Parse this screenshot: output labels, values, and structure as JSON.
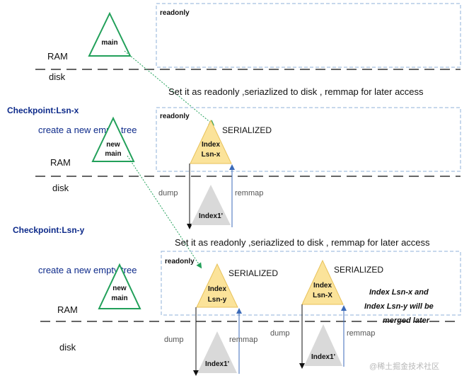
{
  "labels": {
    "ram": "RAM",
    "disk": "disk",
    "readonly": "readonly",
    "main": "main",
    "new_main_line1": "new",
    "new_main_line2": "main",
    "serialized": "SERIALIZED",
    "index_line1": "Index",
    "index_lsn_x_line2": "Lsn-x",
    "index_lsn_y_line2": "Lsn-y",
    "index_lsn_X_line2": "Lsn-X",
    "index1": "Index1'",
    "dump": "dump",
    "remmap": "remmap",
    "set_readonly": "Set it as readonly ,seriazlized to disk , remmap for later access",
    "create_tree": "create a new empty tree",
    "checkpoint_x": "Checkpoint:Lsn-x",
    "checkpoint_y": "Checkpoint:Lsn-y",
    "merge_note_1": "Index Lsn-x and",
    "merge_note_2": "Index Lsn-y will be",
    "merge_note_3": "merged later",
    "watermark": "@稀土掘金技术社区"
  },
  "colors": {
    "tree_green": "#22a05a",
    "serialized_fill": "#fbe39a",
    "serialized_stroke": "#e8c25a",
    "disk_fill": "#d9d9d9",
    "dash_box": "#8fb0d8",
    "arrow_blue": "#3b6ab8",
    "checkpoint_blue": "#0d2a8a"
  }
}
